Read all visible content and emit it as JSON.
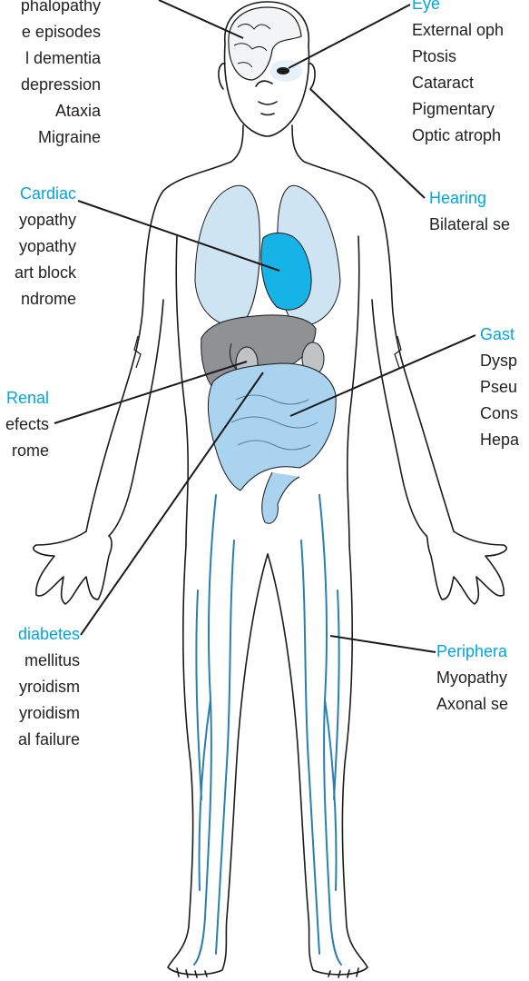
{
  "colors": {
    "heading": "#00a6e0",
    "text": "#231f20",
    "outline": "#1a1a1a",
    "lung": "#cfe4f3",
    "heart": "#16b4e6",
    "liver": "#8f9193",
    "intestine": "#a9d3ee",
    "nerve": "#2a7fb0"
  },
  "groups": {
    "brain": {
      "lines": [
        "phalopathy",
        "e episodes",
        "l dementia",
        "depression",
        "Ataxia",
        "Migraine"
      ]
    },
    "cardiac": {
      "heading": "Cardiac",
      "lines": [
        "yopathy",
        "yopathy",
        "art block",
        "ndrome"
      ]
    },
    "renal": {
      "heading": "Renal",
      "lines": [
        "efects",
        "rome"
      ]
    },
    "endocrine": {
      "heading": "diabetes",
      "lines": [
        "mellitus",
        "yroidism",
        "yroidism",
        "al failure"
      ]
    },
    "eye": {
      "heading": "Eye",
      "lines": [
        "External oph",
        "Ptosis",
        "Cataract",
        "Pigmentary",
        "Optic atroph"
      ]
    },
    "hearing": {
      "heading": "Hearing",
      "lines": [
        "Bilateral se"
      ]
    },
    "gastro": {
      "heading": "Gast",
      "lines": [
        "Dysp",
        "Pseu",
        "Cons",
        "Hepa"
      ]
    },
    "peripheral": {
      "heading": "Periphera",
      "lines": [
        "Myopathy",
        "Axonal se"
      ]
    }
  }
}
